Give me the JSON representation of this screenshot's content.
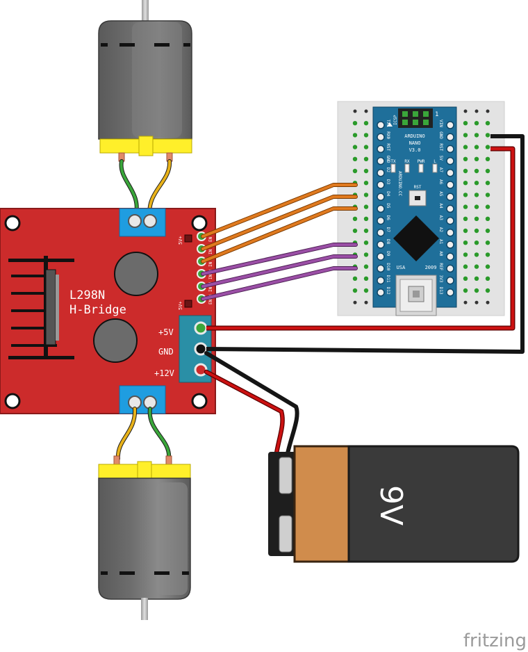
{
  "driver": {
    "title_line1": "L298N",
    "title_line2": "H-Bridge",
    "terminal_labels": [
      "+5V",
      "GND",
      "+12V"
    ],
    "jumper_label": "5V+",
    "pin_labels": [
      "EN A",
      "IN 1",
      "IN 2",
      "IN 3",
      "IN 4",
      "EN B"
    ]
  },
  "nano": {
    "line1": "ARDUINO",
    "line2": "NANO",
    "line3": "V3.0",
    "icsp": "ICSP",
    "icsp_num": "1",
    "tx1": "TX1",
    "rx0": "RX0",
    "tx": "TX",
    "rx": "RX",
    "pwr": "PWR",
    "l": "L",
    "rst": "RST",
    "usa": "USA",
    "year": "2009",
    "brand": "ARDUINO.CC",
    "left_pins": [
      "TX1",
      "RX0",
      "RST",
      "GND",
      "D2",
      "D3",
      "D4",
      "D5",
      "D6",
      "D7",
      "D8",
      "D9",
      "D10",
      "D11",
      "D12"
    ],
    "right_pins": [
      "VIN",
      "GND",
      "RST",
      "5V",
      "A7",
      "A6",
      "A5",
      "A4",
      "A3",
      "A2",
      "A1",
      "A0",
      "REF",
      "3V3",
      "D13"
    ]
  },
  "battery": {
    "label": "9V"
  },
  "watermark": "fritzing",
  "colors": {
    "board_red": "#cc2b2b",
    "nano_blue": "#1f6f9a",
    "breadboard": "#e5e5e5",
    "wire_orange": "#e07a1f",
    "wire_purple": "#9b4fa6",
    "wire_red": "#cc1111",
    "wire_black": "#151515",
    "wire_green": "#3aa63a",
    "wire_yellow": "#e8b21a",
    "motor_yellow": "#ffef2a",
    "battery_orange": "#d08c4c"
  }
}
